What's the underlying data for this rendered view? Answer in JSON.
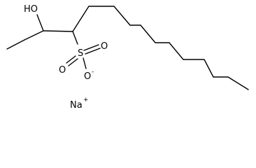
{
  "molecule": {
    "labels": {
      "hydroxyl": "HO",
      "sulfur": "S",
      "oxygen_top": "O",
      "oxygen_left": "O",
      "oxygen_bottom": "O",
      "oxygen_charge": "-",
      "sodium": "Na",
      "sodium_charge": "+"
    }
  }
}
